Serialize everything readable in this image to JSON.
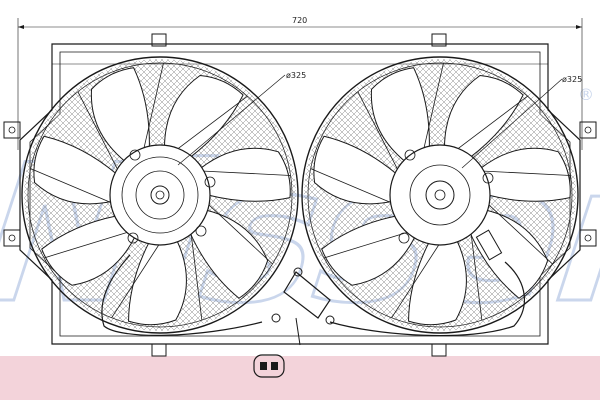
{
  "dimensions": {
    "overall_width": "720",
    "left_fan_diameter": "ø325",
    "right_fan_diameter": "ø325"
  },
  "watermark": {
    "text": "Nissens",
    "mark": "®",
    "color": "#9fb6de"
  },
  "colors": {
    "line": "#1a1a1a",
    "grid": "#8a8a8a",
    "band": "#f3d3da",
    "background": "#ffffff"
  }
}
